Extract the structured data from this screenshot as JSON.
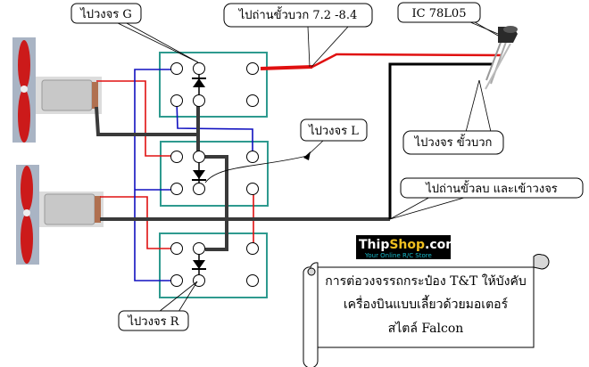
{
  "title": "Wiring diagram: T&T can-motor controller for Falcon-style bi-motor aircraft",
  "colors": {
    "board_outline": "#2e9a8f",
    "wire_red": "#e01010",
    "wire_blue": "#1010c0",
    "wire_black": "#3a3a3a",
    "propeller": "#cc1a1a",
    "logo_bg": "#000000",
    "logo_thip": "#ffffff",
    "logo_shop": "#f0c020",
    "logo_sub": "#17b9c9"
  },
  "callouts": {
    "to_circuit_g": "ไปวงจร G",
    "to_battery_positive": "ไปถ่านขั้วบวก 7.2 -8.4",
    "ic_label": "IC 78L05",
    "to_circuit_l": "ไปวงจร L",
    "to_circuit_positive": "ไปวงจร ขั้วบวก",
    "to_battery_negative": "ไปถ่านขั้วลบ และเข้าวงจร",
    "to_circuit_r": "ไปวงจร R"
  },
  "logo": {
    "part1": "Thip",
    "part2": "Shop",
    "part3": ".com",
    "tagline": "Your Online  R/C Store"
  },
  "scroll": {
    "line1": "การต่อวงจรรถกระป๋อง T&T ให้บังคับ",
    "line2": "เครื่องบินแบบเลี้ยวด้วยมอเตอร์",
    "line3": "สไตล์ Falcon"
  },
  "components": {
    "boards": [
      "board-top",
      "board-middle",
      "board-bottom"
    ],
    "motors": [
      "motor-left-top",
      "motor-left-bottom"
    ],
    "regulator": "IC 78L05"
  }
}
